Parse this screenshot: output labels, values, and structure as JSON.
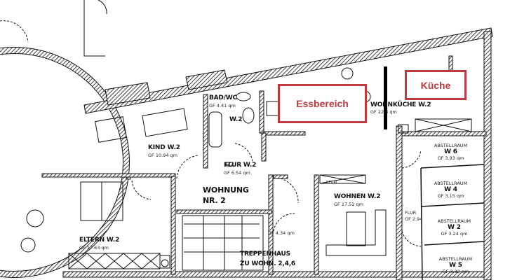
{
  "callouts": {
    "dining": "Essbereich",
    "kitchen": "Küche"
  },
  "rooms": {
    "bath": {
      "name": "BAD/WC",
      "area": "GF 4.41 qm",
      "unit": "W.2"
    },
    "child": {
      "name": "KIND W.2",
      "area": "GF 10.94 qm"
    },
    "hall": {
      "name": "FLUR W.2",
      "area": "GF 6.54 qm"
    },
    "apartment": {
      "line1": "WOHNUNG",
      "line2": "NR. 2"
    },
    "shelf": "REGAL",
    "living": {
      "name": "WOHNEN W.2",
      "area": "GF 17.52 qm"
    },
    "kitchen": {
      "name": "WOHNKÜCHE W.2",
      "area": "GF 22.3 qm"
    },
    "storage6": {
      "name": "ABSTELLRAUM",
      "unit": "W 6",
      "area": "GF 3.93 qm"
    },
    "storage4": {
      "name": "ABSTELLRAUM",
      "unit": "W 4",
      "area": "GF 3.15 qm"
    },
    "storage2": {
      "name": "ABSTELLRAUM",
      "unit": "W 2",
      "area": "GF 3.24 qm"
    },
    "storage5": {
      "name": "ABSTELLRAUM",
      "unit": "W 5",
      "area": "GF 3.32 qm"
    },
    "corridor": {
      "name": "FLUR",
      "area": "GF 2.94"
    },
    "parents": {
      "name": "ELTERN W.2",
      "area": "GF 17.63 qm"
    },
    "stair": {
      "area": "GF 4.34 qm",
      "line1": "TREPPENHAUS",
      "line2": "ZU WOHN. 2,4,6"
    }
  },
  "colors": {
    "callout": "#c0393f",
    "walls": "#111111"
  }
}
